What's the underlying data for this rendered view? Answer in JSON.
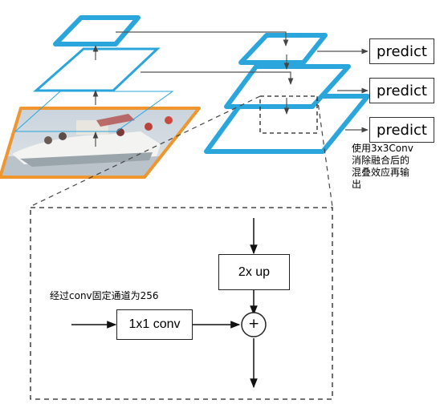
{
  "predict_labels": [
    "predict",
    "predict",
    "predict"
  ],
  "note_right": "使用3x3Conv\n消除融合后的\n混叠效应再输\n出",
  "note_left": "经过conv固定通道为256",
  "node_up": "2x up",
  "node_conv": "1x1 conv",
  "node_add": "+",
  "colors": {
    "blue": "#2aa6dd",
    "orange": "#f0962e",
    "line": "#555555",
    "dash": "#333333"
  },
  "icons": {
    "image_layer": "boat-photo",
    "add_node": "plus-circle-icon"
  }
}
